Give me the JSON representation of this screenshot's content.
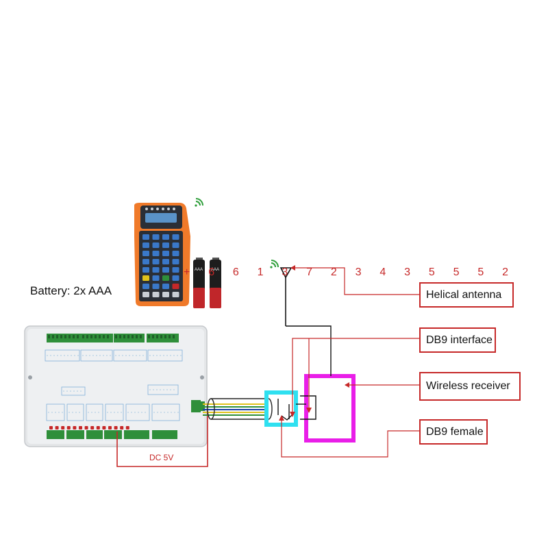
{
  "labels": {
    "battery": "Battery: 2x AAA",
    "dc_power": "DC 5V",
    "serial": "+ 6 6 1 3 7 2 3 4 3 5 5 5 2"
  },
  "callouts": {
    "helical_antenna": "Helical antenna",
    "db9_interface": "DB9 interface",
    "wireless_receiver": "Wireless receiver",
    "db9_female": "DB9 female"
  },
  "colors": {
    "callout_red": "#c62828",
    "receiver_magenta": "#e91ee8",
    "connector_cyan": "#2fe0f0",
    "pendant_orange": "#f07a2a",
    "signal_green": "#2e9e3a",
    "board_green": "#2f8f3a"
  },
  "icons": {
    "pendant": "wireless-pendant-icon",
    "battery": "aaa-battery-icon",
    "signal": "wifi-signal-icon",
    "antenna": "antenna-icon"
  }
}
